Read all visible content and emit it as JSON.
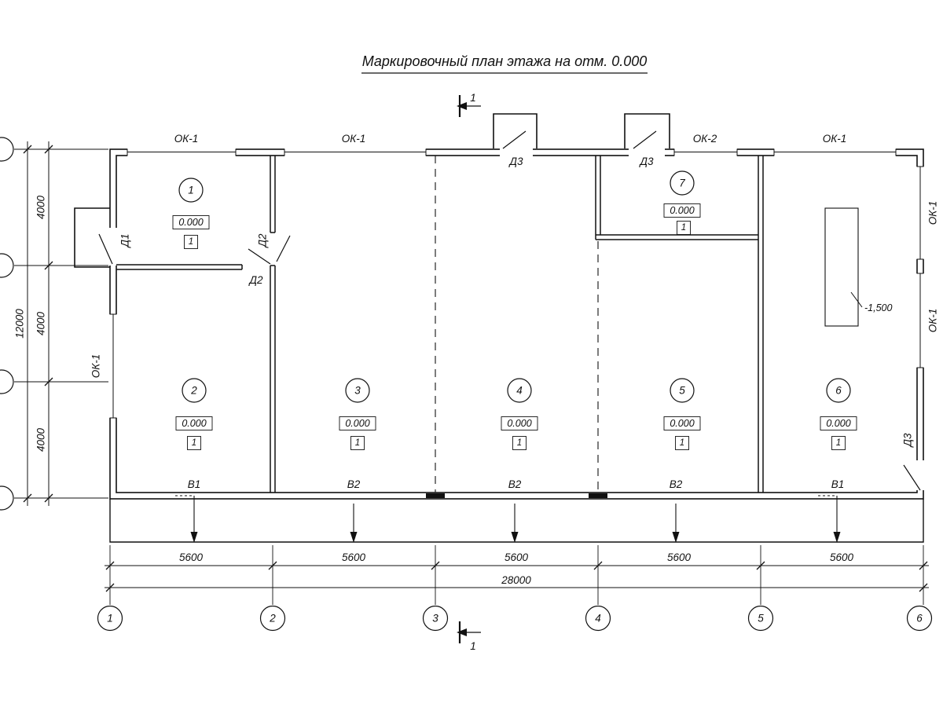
{
  "title": "Маркировочный план этажа на отм. 0.000",
  "section": {
    "label": "1"
  },
  "windows": {
    "top_left": "ОК-1",
    "top_mid": "ОК-1",
    "top_ok2": "ОК-2",
    "top_right": "ОК-1",
    "right_upper": "ОК-1",
    "right_lower": "ОК-1",
    "left": "ОК-1"
  },
  "doors": {
    "d1": "Д1",
    "d2_wall": "Д2",
    "d2_partition": "Д2",
    "d3_tambour_left": "Д3",
    "d3_tambour_right": "Д3",
    "d3_right": "Д3"
  },
  "rooms": [
    {
      "number": "1",
      "elevation": "0.000",
      "finish_type": "1"
    },
    {
      "number": "2",
      "elevation": "0.000",
      "finish_type": "1"
    },
    {
      "number": "3",
      "elevation": "0.000",
      "finish_type": "1"
    },
    {
      "number": "4",
      "elevation": "0.000",
      "finish_type": "1"
    },
    {
      "number": "5",
      "elevation": "0.000",
      "finish_type": "1"
    },
    {
      "number": "6",
      "elevation": "0.000",
      "finish_type": "1"
    },
    {
      "number": "7",
      "elevation": "0.000",
      "finish_type": "1"
    }
  ],
  "pit": {
    "elevation": "-1,500"
  },
  "outlets": [
    "В1",
    "В2",
    "В2",
    "В2",
    "В1"
  ],
  "dimensions": {
    "bays": [
      "5600",
      "5600",
      "5600",
      "5600",
      "5600"
    ],
    "total_width": "28000",
    "rows": [
      "4000",
      "4000",
      "4000"
    ],
    "total_height": "12000"
  },
  "grid_columns": [
    "1",
    "2",
    "3",
    "4",
    "5",
    "6"
  ]
}
